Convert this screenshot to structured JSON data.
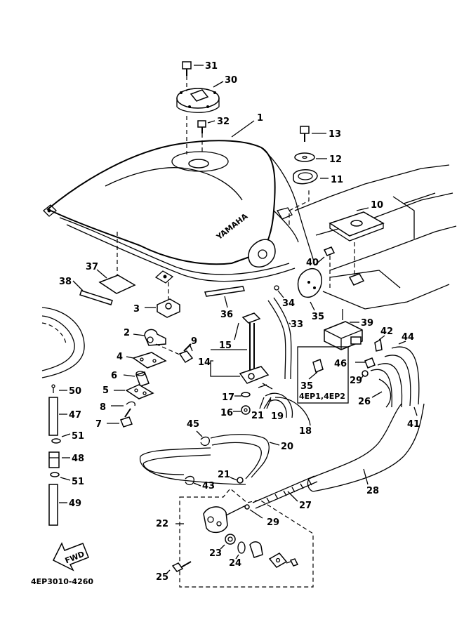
{
  "diagram": {
    "catalog_code": "4EP3010-4260",
    "brand_mark": "YAMAHA",
    "fwd_label": "FWD",
    "variant_note": "4EP1,4EP2",
    "callouts": {
      "c1": "1",
      "c2": "2",
      "c3": "3",
      "c4": "4",
      "c5": "5",
      "c6": "6",
      "c7": "7",
      "c8": "8",
      "c9": "9",
      "c10": "10",
      "c11": "11",
      "c12": "12",
      "c13": "13",
      "c14": "14",
      "c15": "15",
      "c16": "16",
      "c17": "17",
      "c18": "18",
      "c19": "19",
      "c20": "20",
      "c21a": "21",
      "c21b": "21",
      "c22": "22",
      "c23": "23",
      "c24": "24",
      "c25": "25",
      "c26": "26",
      "c27": "27",
      "c28": "28",
      "c29a": "29",
      "c29b": "29",
      "c30": "30",
      "c31": "31",
      "c32": "32",
      "c33": "33",
      "c34": "34",
      "c35a": "35",
      "c35b": "35",
      "c36": "36",
      "c37": "37",
      "c38": "38",
      "c39": "39",
      "c40": "40",
      "c41": "41",
      "c42": "42",
      "c43": "43",
      "c44": "44",
      "c45": "45",
      "c46": "46",
      "c47": "47",
      "c48": "48",
      "c49": "49",
      "c50": "50",
      "c51a": "51",
      "c51b": "51"
    }
  }
}
